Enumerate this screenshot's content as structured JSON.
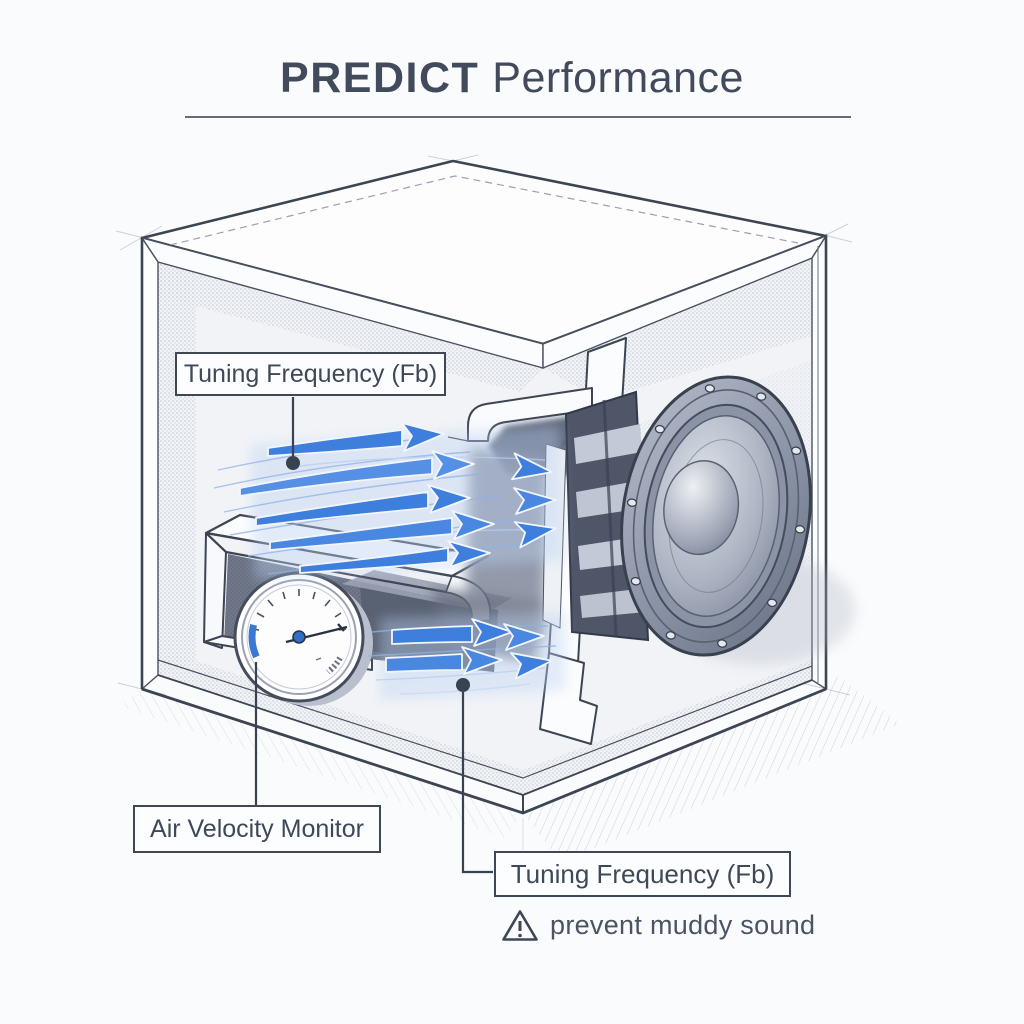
{
  "title": {
    "emphasis": "PREDICT",
    "rest": "Performance"
  },
  "labels": {
    "tuning_top": "Tuning Frequency (Fb)",
    "air_velocity": "Air Velocity Monitor",
    "tuning_bottom": "Tuning Frequency (Fb)",
    "warning": "prevent muddy sound"
  },
  "diagram": {
    "subject": "ported speaker enclosure cutaway sketch",
    "components": [
      "enclosure-box",
      "bass-reflex-port-duct",
      "airflow-arrows",
      "air-velocity-gauge",
      "internal-divider",
      "speaker-driver"
    ],
    "icons": {
      "warning": "warning-triangle-icon",
      "callout_marker": "leader-dot"
    },
    "colors": {
      "accent_blue": "#3E7EDD",
      "light_blue": "#9DBDEE",
      "line_dark": "#3D4552",
      "text": "#424B5B",
      "background": "#FAFBFC"
    }
  }
}
